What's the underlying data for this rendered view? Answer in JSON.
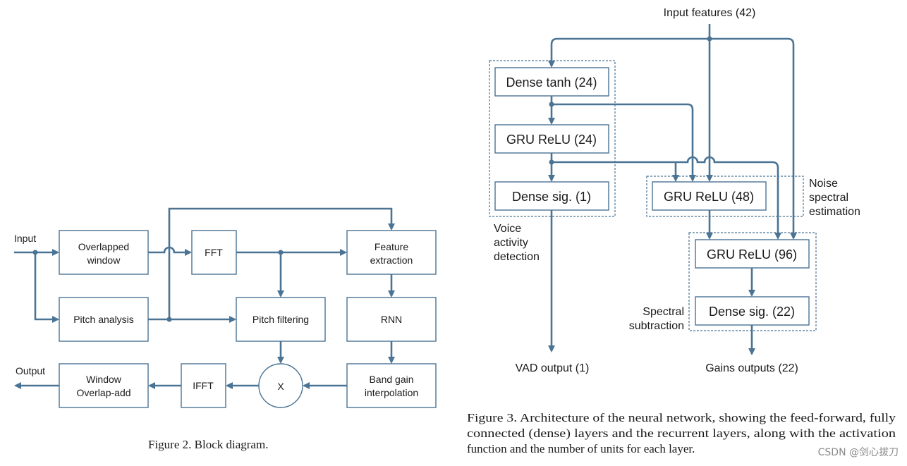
{
  "figure2": {
    "input": "Input",
    "output": "Output",
    "overlapped_window": [
      "Overlapped",
      "window"
    ],
    "fft": "FFT",
    "feature_extraction": [
      "Feature",
      "extraction"
    ],
    "pitch_analysis": "Pitch analysis",
    "pitch_filtering": "Pitch filtering",
    "rnn": "RNN",
    "window_overlap_add": [
      "Window",
      "Overlap-add"
    ],
    "ifft": "IFFT",
    "multiply": "X",
    "band_gain": [
      "Band gain",
      "interpolation"
    ],
    "caption": "Figure 2.  Block diagram."
  },
  "figure3": {
    "input_features": "Input features (42)",
    "dense_tanh": "Dense tanh (24)",
    "gru_relu_24": "GRU ReLU (24)",
    "dense_sig_1": "Dense sig. (1)",
    "gru_relu_48": "GRU ReLU (48)",
    "gru_relu_96": "GRU ReLU (96)",
    "dense_sig_22": "Dense sig. (22)",
    "noise_label": [
      "Noise",
      "spectral",
      "estimation"
    ],
    "vad_label": [
      "Voice",
      "activity",
      "detection"
    ],
    "spectral_label": [
      "Spectral",
      "subtraction"
    ],
    "vad_output": "VAD output (1)",
    "gains_output": "Gains outputs (22)",
    "caption": [
      "Figure 3.  Architecture of the neural network, showing the feed-forward, fully",
      "connected (dense) layers and the recurrent layers, along with the activation",
      "function and the number of units for each layer."
    ]
  },
  "watermark": "CSDN @剑心拔刀"
}
